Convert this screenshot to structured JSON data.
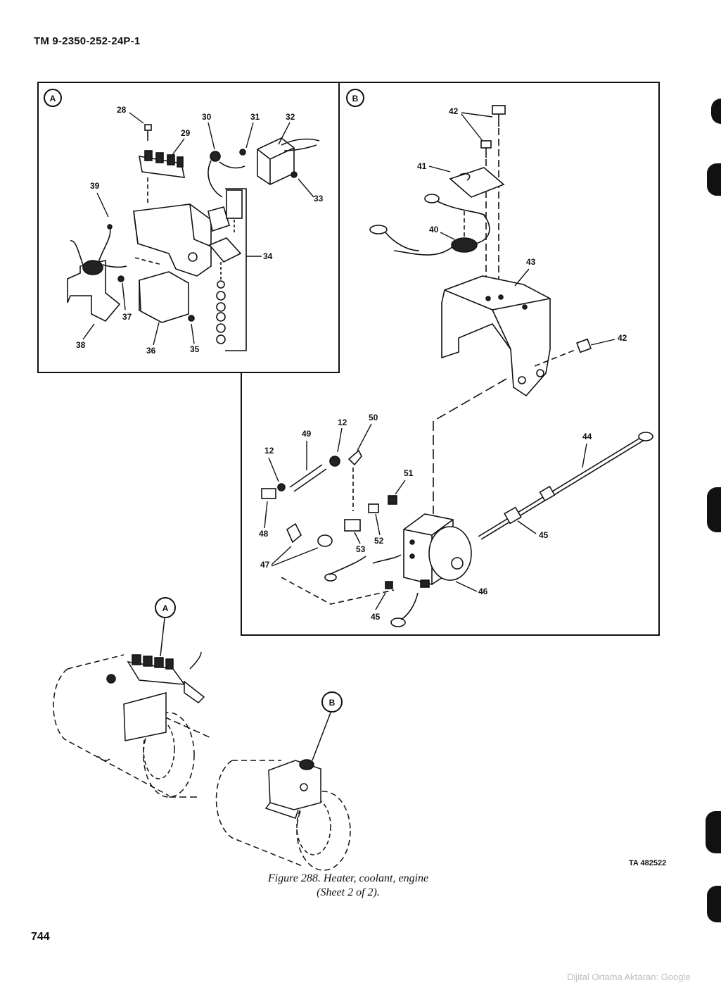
{
  "header": {
    "doc_number": "TM 9-2350-252-24P-1"
  },
  "figure": {
    "caption_line1": "Figure 288.   Heater, coolant, engine",
    "caption_line2": "(Sheet 2 of 2).",
    "ta_number": "TA 482522"
  },
  "page_number": "744",
  "watermark": "Dijital Ortama Aktaran: Google",
  "panels": {
    "a_letter": "A",
    "b_letter": "B"
  },
  "callouts_a": [
    "28",
    "29",
    "30",
    "31",
    "32",
    "33",
    "34",
    "35",
    "36",
    "37",
    "38",
    "39"
  ],
  "callouts_b": [
    "42",
    "41",
    "40",
    "43",
    "42",
    "44",
    "45",
    "46",
    "45",
    "12",
    "50",
    "49",
    "12",
    "51",
    "48",
    "52",
    "53",
    "47"
  ],
  "locator": {
    "a_letter": "A",
    "b_letter": "B"
  }
}
